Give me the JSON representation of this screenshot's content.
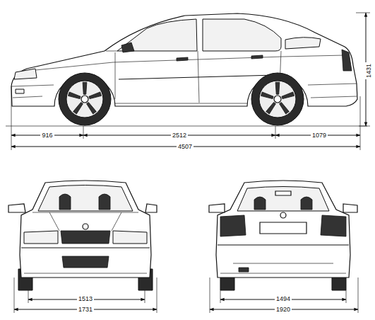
{
  "diagram": {
    "labels": [
      "916",
      "2512",
      "1079",
      "4507",
      "1431",
      "1513",
      "1731",
      "1494",
      "1920"
    ]
  }
}
